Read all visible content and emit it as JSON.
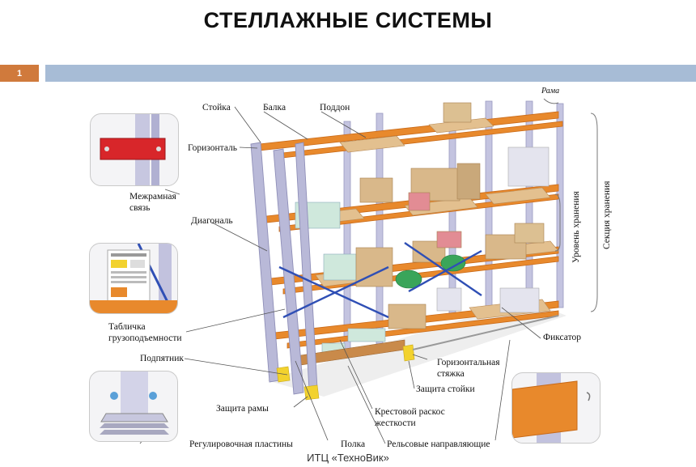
{
  "title": "СТЕЛЛАЖНЫЕ СИСТЕМЫ",
  "page_number": "1",
  "footer": "ИТЦ «ТехноВик»",
  "labels": {
    "stoika": "Стойка",
    "balka": "Балка",
    "poddon": "Поддон",
    "rama": "Рама",
    "gorizontal": "Горизонталь",
    "mezhramnaya_line1": "Межрамная",
    "mezhramnaya_line2": "связь",
    "diagonal": "Диагональ",
    "uroven": "Уровень хранения",
    "sekciya": "Секция хранения",
    "tablichka_line1": "Табличка",
    "tablichka_line2": "грузоподъемности",
    "podpyatnik": "Подпятник",
    "fiksator": "Фиксатор",
    "gor_styazhka_line1": "Горизонтальная",
    "gor_styazhka_line2": "стяжка",
    "zashita_stoiki": "Защита стойки",
    "zashita_ramy": "Защита рамы",
    "krestovoy_line1": "Крестовой раскос",
    "krestovoy_line2": "жесткости",
    "regulirovochnaya": "Регулировочная пластины",
    "polka": "Полка",
    "relsovye": "Рельсовые направляющие"
  },
  "colors": {
    "beam": "#e8892c",
    "upright": "#b9b9d8",
    "brace_blue": "#2f4fb5",
    "pallet": "#e3c08f",
    "badge": "#d07a3c",
    "header_bar": "#a7bcd6",
    "red_plate": "#d8262a",
    "protector": "#f2d22e",
    "crate": "#d9b88a"
  }
}
